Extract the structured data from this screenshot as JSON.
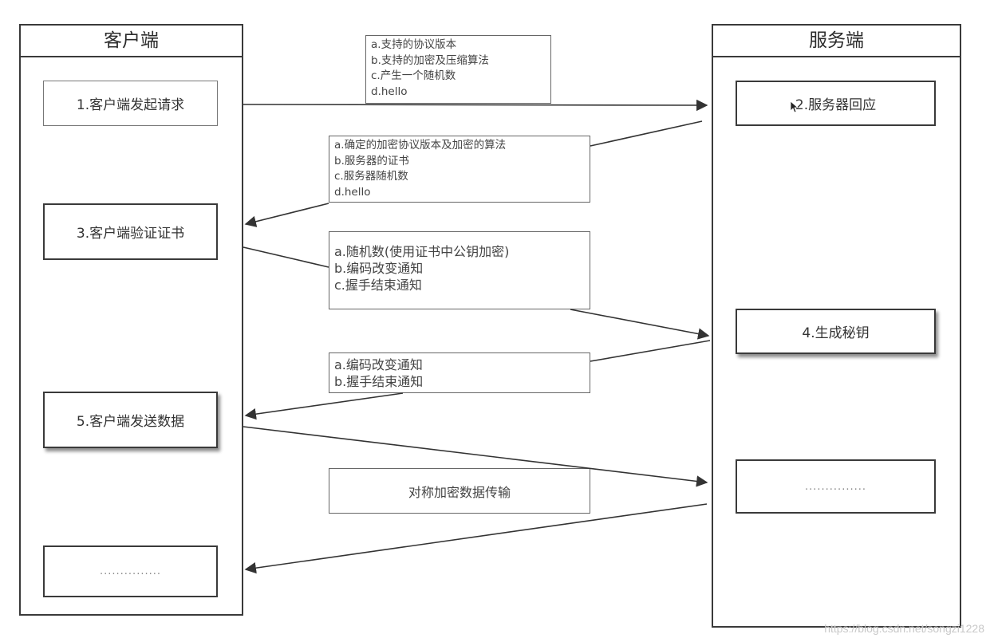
{
  "client": {
    "title": "客户端"
  },
  "server": {
    "title": "服务端"
  },
  "steps": {
    "client_request": "1.客户端发起请求",
    "server_respond": "2.服务器回应",
    "client_verify": "3.客户端验证证书",
    "gen_key": "4.生成秘钥",
    "client_send": "5.客户端发送数据",
    "server_more": "...............",
    "client_more": "..............."
  },
  "messages": {
    "client_hello": [
      "a.支持的协议版本",
      "b.支持的加密及压缩算法",
      "c.产生一个随机数",
      "d.hello"
    ],
    "server_hello": [
      "a.确定的加密协议版本及加密的算法",
      "b.服务器的证书",
      "c.服务器随机数",
      "d.hello"
    ],
    "client_key": [
      "a.随机数(使用证书中公钥加密)",
      "b.编码改变通知",
      "c.握手结束通知"
    ],
    "server_finish": [
      "a.编码改变通知",
      "b.握手结束通知"
    ],
    "data_transfer": "对称加密数据传输"
  },
  "watermark": "https://blog.csdn.net/songzi1228"
}
